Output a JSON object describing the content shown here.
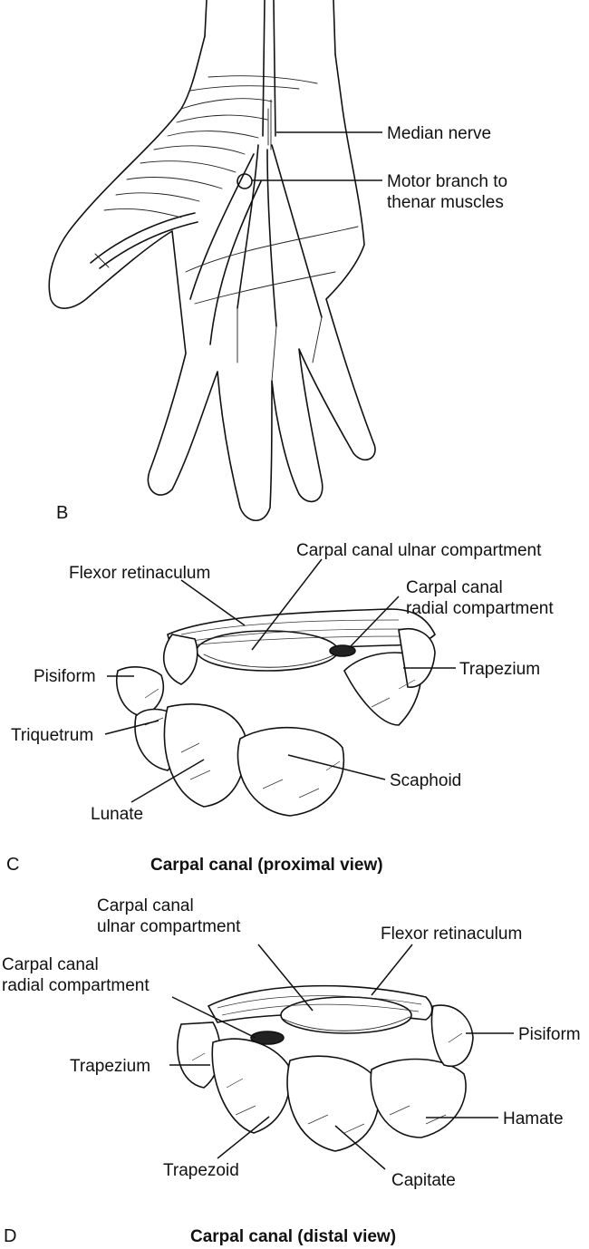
{
  "panel_b": {
    "letter": "B",
    "labels": {
      "median_nerve": "Median nerve",
      "motor_branch_line1": "Motor branch to",
      "motor_branch_line2": "thenar muscles"
    }
  },
  "panel_c": {
    "letter": "C",
    "caption": "Carpal canal (proximal view)",
    "labels": {
      "ulnar_compartment": "Carpal canal ulnar compartment",
      "flexor_retinaculum": "Flexor retinaculum",
      "radial_compartment_line1": "Carpal canal",
      "radial_compartment_line2": "radial compartment",
      "pisiform": "Pisiform",
      "trapezium": "Trapezium",
      "triquetrum": "Triquetrum",
      "scaphoid": "Scaphoid",
      "lunate": "Lunate"
    }
  },
  "panel_d": {
    "letter": "D",
    "caption": "Carpal canal (distal view)",
    "labels": {
      "ulnar_compartment_line1": "Carpal canal",
      "ulnar_compartment_line2": "ulnar compartment",
      "flexor_retinaculum": "Flexor retinaculum",
      "radial_compartment_line1": "Carpal canal",
      "radial_compartment_line2": "radial compartment",
      "pisiform": "Pisiform",
      "trapezium": "Trapezium",
      "hamate": "Hamate",
      "trapezoid": "Trapezoid",
      "capitate": "Capitate"
    }
  }
}
